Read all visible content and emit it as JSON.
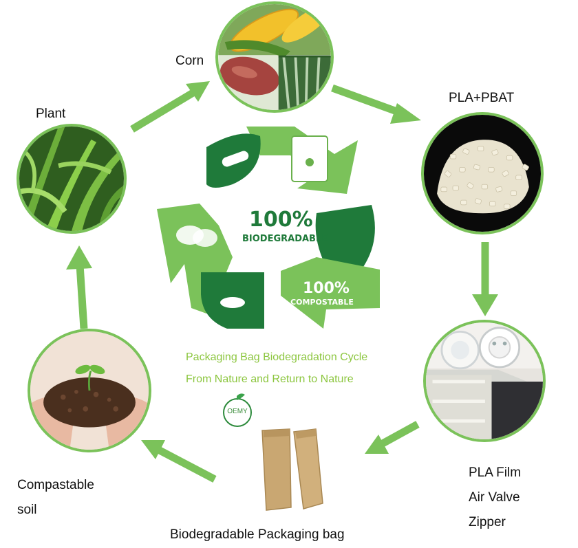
{
  "nodes": {
    "corn": {
      "label": "Corn"
    },
    "pla_pbat": {
      "label": "PLA+PBAT"
    },
    "pla_film": {
      "label_lines": [
        "PLA Film",
        "Air Valve",
        "Zipper"
      ]
    },
    "bag": {
      "label": "Biodegradable Packaging bag"
    },
    "soil": {
      "label_lines": [
        "Compastable",
        "soil"
      ]
    },
    "plant": {
      "label": "Plant"
    }
  },
  "center": {
    "badge_biodegradable_pct": "100%",
    "badge_biodegradable_word": "BIODEGRADABLE",
    "badge_compostable_pct": "100%",
    "badge_compostable_word": "COMPOSTABLE",
    "caption_line1": "Packaging Bag Biodegradation Cycle",
    "caption_line2": "From Nature and Return to Nature"
  },
  "logo": {
    "text": "OEMY"
  },
  "colors": {
    "accent_green": "#7bc25a",
    "dark_green": "#1f7a3a",
    "mid_green": "#6ab04c",
    "caption_green": "#8cc63f"
  }
}
